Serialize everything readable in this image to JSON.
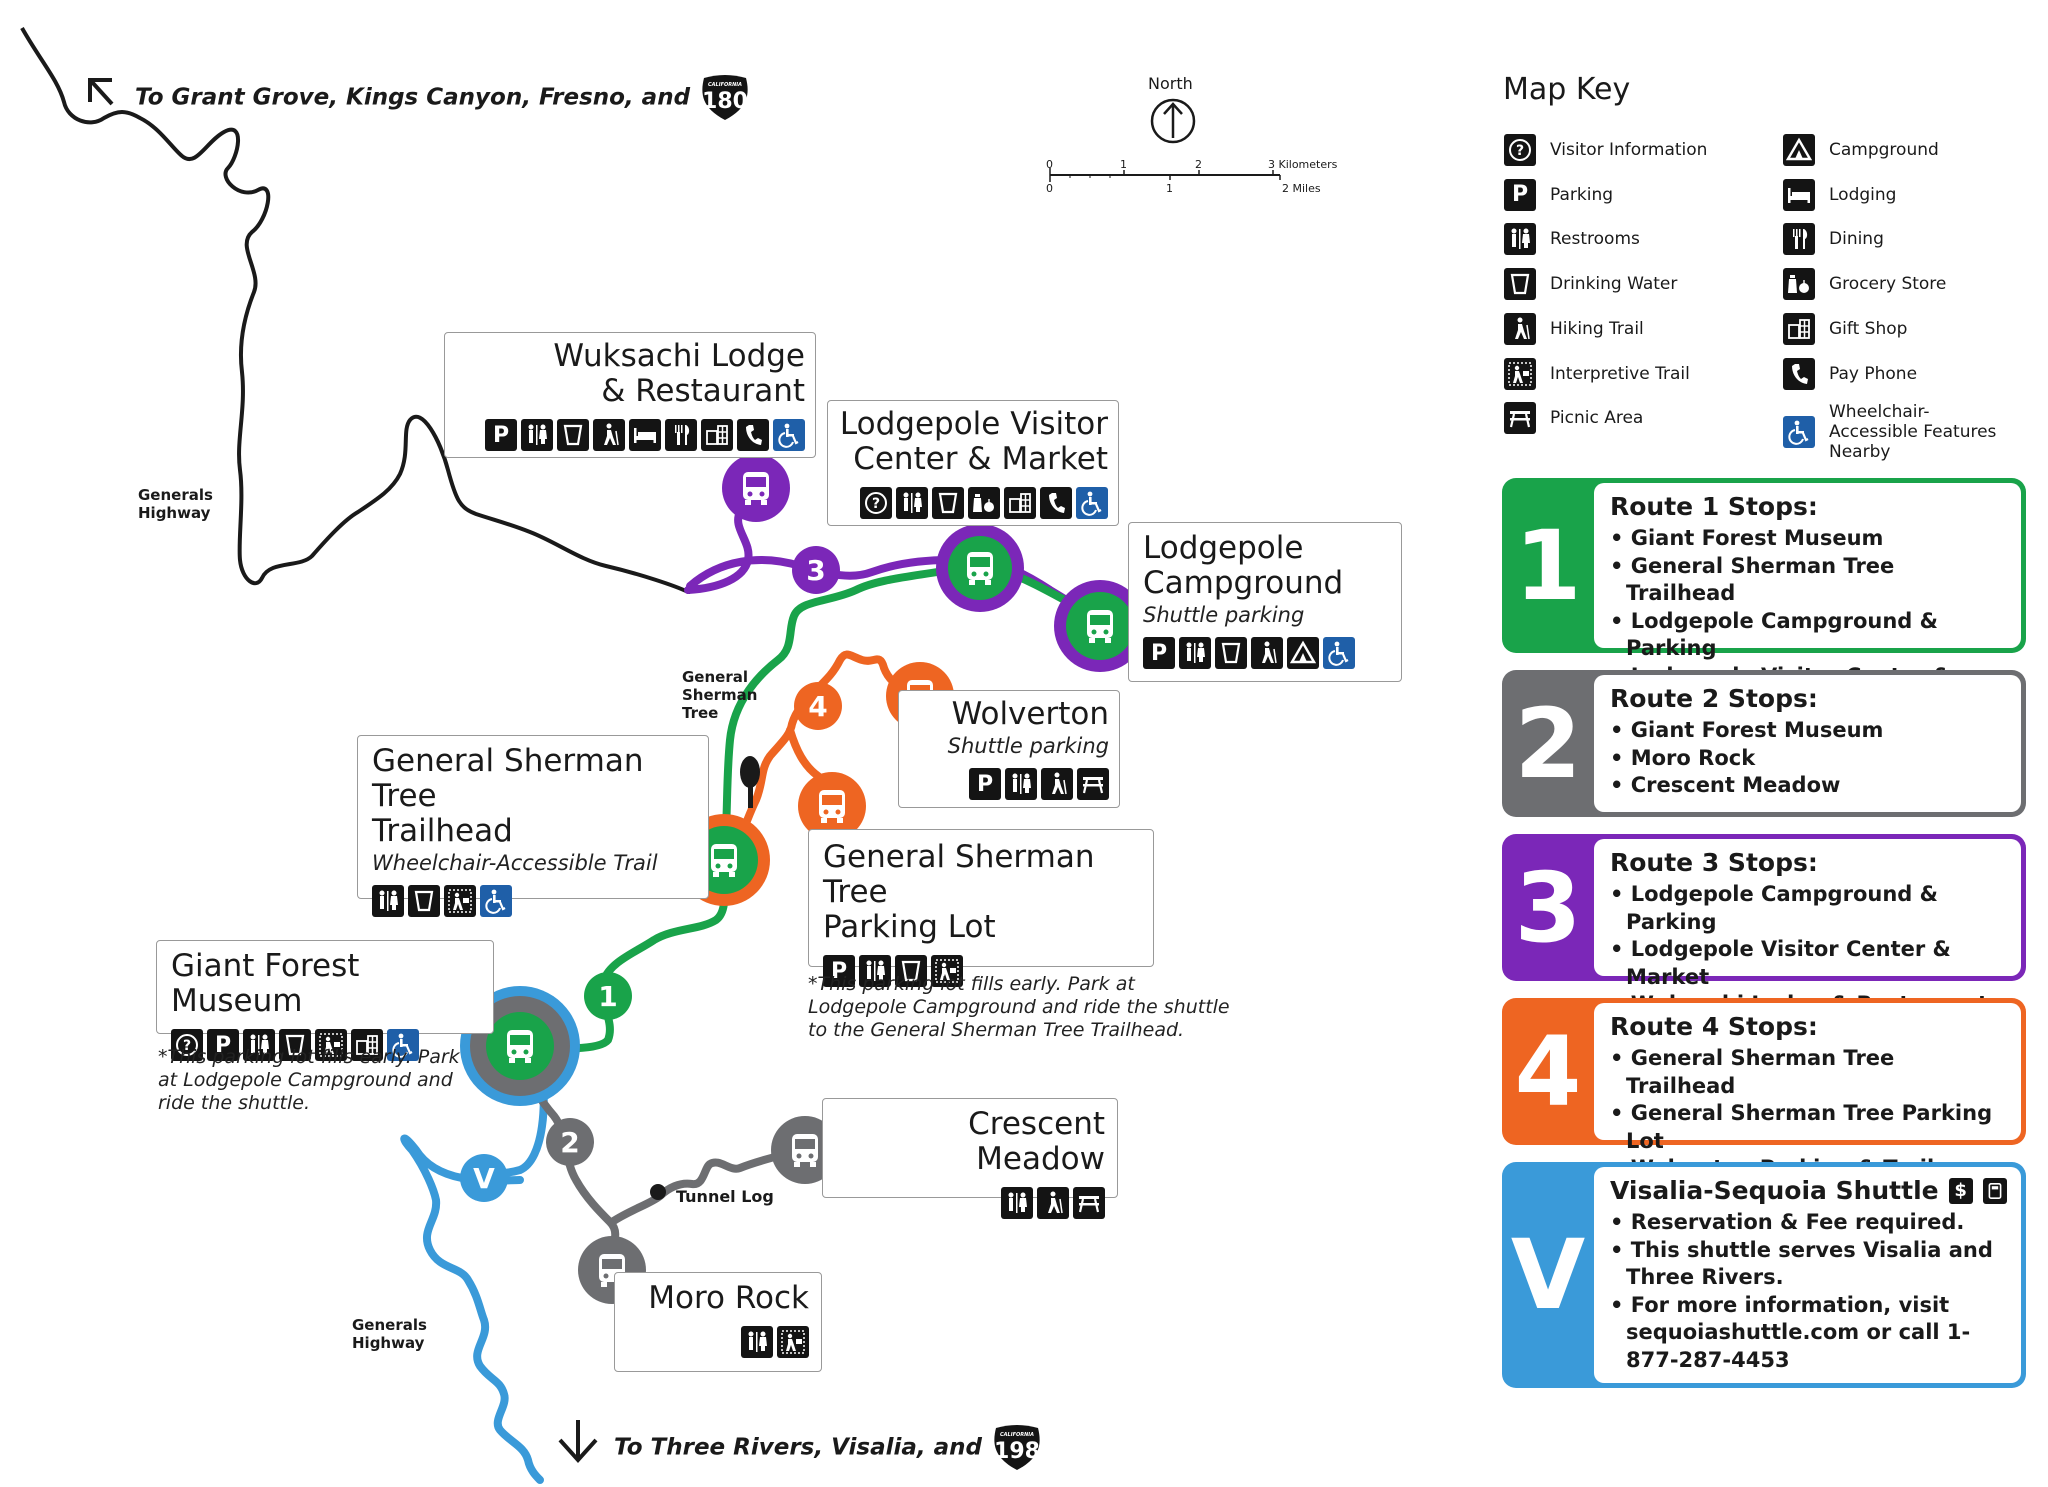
{
  "destinations": {
    "north": "To Grant Grove, Kings Canyon, Fresno, and",
    "north_shield_route": "180",
    "south": "To Three Rivers, Visalia, and",
    "south_shield_route": "198",
    "shield_state": "CALIFORNIA"
  },
  "compass": {
    "label": "North"
  },
  "scale": {
    "km_ticks": [
      "0",
      "1",
      "2",
      "3 Kilometers"
    ],
    "mi_ticks": [
      "0",
      "1",
      "2 Miles"
    ]
  },
  "map_labels": {
    "generals_highway_north": "Generals Highway",
    "generals_highway_south": "Generals Highway",
    "general_sherman_tree": "General Sherman Tree",
    "tunnel_log": "Tunnel Log"
  },
  "route_markers": [
    "1",
    "2",
    "3",
    "4",
    "V"
  ],
  "stops": [
    {
      "id": "wuksachi",
      "title": "Wuksachi Lodge & Restaurant",
      "title_line1": "Wuksachi Lodge",
      "title_line2": "& Restaurant",
      "subtitle": "",
      "icons": [
        "parking-icon",
        "restrooms-icon",
        "drinking-water-icon",
        "hiking-trail-icon",
        "lodging-icon",
        "dining-icon",
        "gift-shop-icon",
        "pay-phone-icon",
        "wheelchair-icon"
      ]
    },
    {
      "id": "lodgepole-visitor",
      "title_line1": "Lodgepole Visitor",
      "title_line2": "Center & Market",
      "subtitle": "",
      "icons": [
        "visitor-info-icon",
        "restrooms-icon",
        "drinking-water-icon",
        "grocery-store-icon",
        "gift-shop-icon",
        "pay-phone-icon",
        "wheelchair-icon"
      ]
    },
    {
      "id": "lodgepole-campground",
      "title_line1": "Lodgepole",
      "title_line2": "Campground",
      "subtitle": "Shuttle parking",
      "icons": [
        "parking-icon",
        "restrooms-icon",
        "drinking-water-icon",
        "hiking-trail-icon",
        "campground-icon",
        "wheelchair-icon"
      ]
    },
    {
      "id": "wolverton",
      "title_line1": "Wolverton",
      "title_line2": "",
      "subtitle": "Shuttle parking",
      "icons": [
        "parking-icon",
        "restrooms-icon",
        "hiking-trail-icon",
        "picnic-area-icon"
      ]
    },
    {
      "id": "sherman-trailhead",
      "title_line1": "General Sherman Tree",
      "title_line2": "Trailhead",
      "subtitle": "Wheelchair-Accessible Trail",
      "icons": [
        "restrooms-icon",
        "drinking-water-icon",
        "interpretive-trail-icon",
        "wheelchair-icon"
      ]
    },
    {
      "id": "sherman-parking",
      "title_line1": "General Sherman Tree",
      "title_line2": "Parking Lot",
      "subtitle": "",
      "icons": [
        "parking-icon",
        "restrooms-icon",
        "drinking-water-icon",
        "interpretive-trail-icon"
      ]
    },
    {
      "id": "giant-forest",
      "title_line1": "Giant Forest Museum",
      "title_line2": "",
      "subtitle": "",
      "icons": [
        "visitor-info-icon",
        "parking-icon",
        "restrooms-icon",
        "drinking-water-icon",
        "interpretive-trail-icon",
        "gift-shop-icon",
        "wheelchair-icon"
      ]
    },
    {
      "id": "crescent-meadow",
      "title_line1": "Crescent Meadow",
      "title_line2": "",
      "subtitle": "",
      "icons": [
        "restrooms-icon",
        "hiking-trail-icon",
        "picnic-area-icon"
      ]
    },
    {
      "id": "moro-rock",
      "title_line1": "Moro Rock",
      "title_line2": "",
      "subtitle": "",
      "icons": [
        "restrooms-icon",
        "interpretive-trail-icon"
      ]
    }
  ],
  "notes": {
    "sherman_parking": "*This parking lot fills early. Park at Lodgepole Campground and ride the shuttle to the General Sherman Tree Trailhead.",
    "giant_forest": "*This parking lot fills early. Park at Lodgepole Campground and ride the shuttle."
  },
  "key": {
    "title": "Map Key",
    "left": [
      {
        "icon": "visitor-info-icon",
        "label": "Visitor Information"
      },
      {
        "icon": "parking-icon",
        "label": "Parking"
      },
      {
        "icon": "restrooms-icon",
        "label": "Restrooms"
      },
      {
        "icon": "drinking-water-icon",
        "label": "Drinking Water"
      },
      {
        "icon": "hiking-trail-icon",
        "label": "Hiking Trail"
      },
      {
        "icon": "interpretive-trail-icon",
        "label": "Interpretive Trail"
      },
      {
        "icon": "picnic-area-icon",
        "label": "Picnic Area"
      }
    ],
    "right": [
      {
        "icon": "campground-icon",
        "label": "Campground"
      },
      {
        "icon": "lodging-icon",
        "label": "Lodging"
      },
      {
        "icon": "dining-icon",
        "label": "Dining"
      },
      {
        "icon": "grocery-store-icon",
        "label": "Grocery Store"
      },
      {
        "icon": "gift-shop-icon",
        "label": "Gift Shop"
      },
      {
        "icon": "pay-phone-icon",
        "label": "Pay Phone"
      },
      {
        "icon": "wheelchair-icon",
        "label": "Wheelchair-Accessible Features Nearby"
      }
    ]
  },
  "routes": [
    {
      "number": "1",
      "title": "Route 1 Stops:",
      "color": "#19a34a",
      "stops": [
        "Giant Forest Museum",
        "General Sherman Tree Trailhead",
        "Lodgepole Campground & Parking",
        "Lodgepole Visitor Center & Market"
      ]
    },
    {
      "number": "2",
      "title": "Route 2 Stops:",
      "color": "#6d6e71",
      "stops": [
        "Giant Forest Museum",
        "Moro Rock",
        "Crescent Meadow"
      ]
    },
    {
      "number": "3",
      "title": "Route 3 Stops:",
      "color": "#7b27b8",
      "stops": [
        "Lodgepole Campground & Parking",
        "Lodgepole Visitor Center & Market",
        "Wuksachi Lodge & Restaurant"
      ]
    },
    {
      "number": "4",
      "title": "Route 4 Stops:",
      "color": "#ee6522",
      "stops": [
        "General Sherman Tree Trailhead",
        "General Sherman Tree Parking Lot",
        "Wolverton Parking & Trails"
      ]
    },
    {
      "number": "V",
      "title": "Visalia-Sequoia Shuttle",
      "color": "#3a9ad9",
      "stops": [
        "Reservation & Fee required.",
        "This shuttle serves Visalia and Three Rivers.",
        "For more information, visit sequoiashuttle.com or call 1-877-287-4453"
      ]
    }
  ],
  "colors": {
    "green": "#19a34a",
    "gray": "#6d6e71",
    "purple": "#7b27b8",
    "orange": "#ee6522",
    "blue": "#3a9ad9",
    "accessible": "#1f5fa8",
    "road": "#1a1a1a"
  }
}
